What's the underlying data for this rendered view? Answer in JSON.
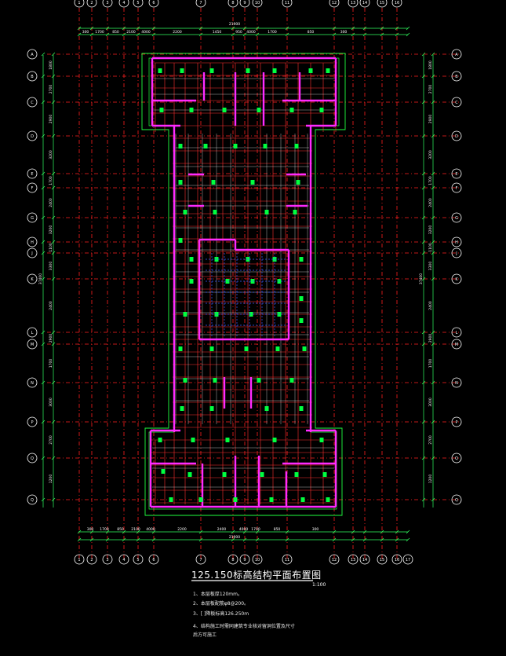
{
  "drawing": {
    "title": "125.150标高结构平面布置图",
    "scale": "1:100",
    "notes": [
      "1、本层板厚120mm。",
      "2、本层板配筋φ8@200。",
      "3、[     ]降板标高126.250m",
      "4、结构施工时需同建筑专业核对留洞位置及尺寸",
      "   后方可施工"
    ]
  },
  "axes": {
    "top": [
      "1",
      "2",
      "3",
      "4",
      "5",
      "6",
      "7",
      "8",
      "9",
      "10",
      "11",
      "12",
      "13",
      "14",
      "15",
      "16"
    ],
    "bottom": [
      "1",
      "2",
      "3",
      "4",
      "5",
      "6",
      "7",
      "8",
      "9",
      "10",
      "11",
      "12",
      "13",
      "14",
      "15",
      "16",
      "17"
    ],
    "left": [
      "A",
      "B",
      "C",
      "D",
      "E",
      "F",
      "G",
      "H",
      "J",
      "K",
      "L",
      "M",
      "N",
      "P",
      "Q"
    ],
    "right": [
      "A",
      "B",
      "C",
      "D",
      "E",
      "F",
      "G",
      "H",
      "J",
      "K",
      "L",
      "M",
      "N",
      "P",
      "Q"
    ]
  },
  "dimensions": {
    "top_segments": [
      "300",
      "1700",
      "850",
      "2100",
      "4000",
      "2200",
      "1450",
      "950",
      "4000",
      "1700",
      "850",
      "300"
    ],
    "top_total": "21900",
    "bottom_segments": [
      "300",
      "1700",
      "850",
      "2100",
      "4000",
      "2200",
      "2400",
      "4000",
      "1700",
      "850",
      "300"
    ],
    "bottom_total": "21900",
    "side_segments": [
      "1800",
      "2700",
      "2900",
      "3200",
      "1700",
      "2400",
      "3200",
      "1100",
      "3300",
      "2400",
      "2900",
      "1700",
      "3000",
      "2700",
      "1200"
    ],
    "side_total": "37400"
  },
  "colors": {
    "background": "#000000",
    "axis_line": "#ff2020",
    "wall": "#ff2aff",
    "beam": "#ff3030",
    "grid_white": "#ffffff",
    "outline": "#20ff40",
    "column": "#00ff40",
    "dimension": "#30ff60",
    "bubble": "#ffffff"
  }
}
